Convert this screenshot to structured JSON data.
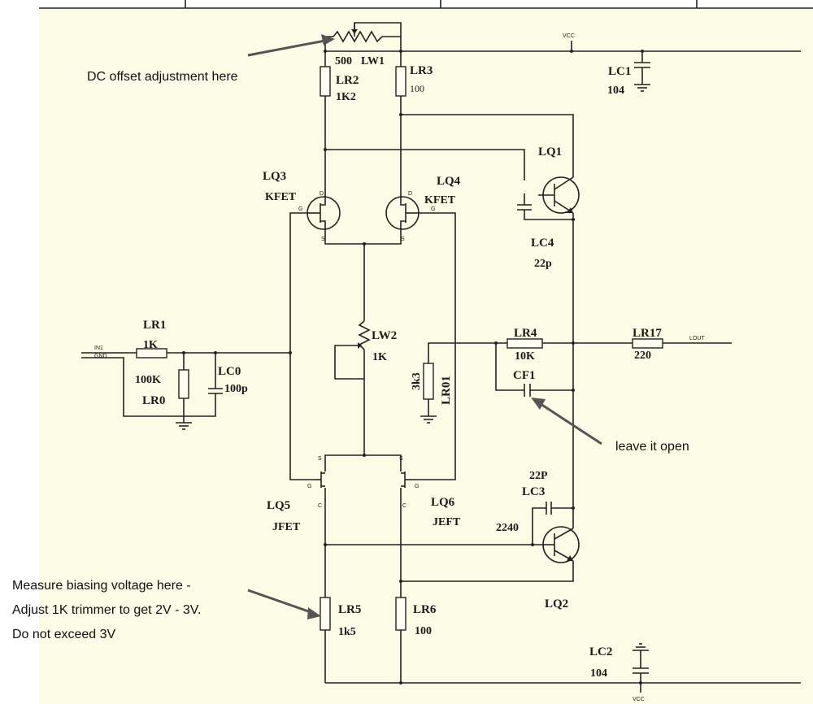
{
  "colors": {
    "paper": "#fbfbe6",
    "wire": "#222222",
    "note_arrow": "#555555"
  },
  "notes": {
    "dc_offset": "DC offset adjustment here",
    "leave_open": "leave it open",
    "measure_line1": "Measure biasing voltage here -",
    "measure_line2": "Adjust 1K trimmer to get 2V - 3V.",
    "measure_line3": "Do not exceed 3V"
  },
  "nets": {
    "vcc_top": "VCC",
    "vcc_bottom": "VCC",
    "input": "IN1",
    "ground": "GND",
    "output": "LOUT"
  },
  "components": {
    "LR1": {
      "name": "LR1",
      "value": "1K"
    },
    "LR0": {
      "name": "LR0",
      "value": "100K"
    },
    "LC0": {
      "name": "LC0",
      "value": "100p"
    },
    "LR2": {
      "name": "LR2",
      "value": "1K2"
    },
    "LR3": {
      "name": "LR3",
      "value": "100"
    },
    "LW1": {
      "name": "LW1",
      "value": "500"
    },
    "LC1": {
      "name": "LC1",
      "value": "104"
    },
    "LQ1": {
      "name": "LQ1"
    },
    "LC4": {
      "name": "LC4",
      "value": "22p"
    },
    "LQ3": {
      "name": "LQ3",
      "type": "KFET"
    },
    "LQ4": {
      "name": "LQ4",
      "type": "KFET"
    },
    "LW2": {
      "name": "LW2",
      "value": "1K"
    },
    "LR01": {
      "name": "LR01",
      "value": "3k3"
    },
    "LR4": {
      "name": "LR4",
      "value": "10K"
    },
    "CF1": {
      "name": "CF1"
    },
    "LR17": {
      "name": "LR17",
      "value": "220"
    },
    "LQ5": {
      "name": "LQ5",
      "type": "JFET"
    },
    "LQ6": {
      "name": "LQ6",
      "type": "JEFT"
    },
    "LC3": {
      "name": "LC3",
      "value": "22P"
    },
    "LQ2": {
      "name": "LQ2",
      "type": "2240"
    },
    "LR5": {
      "name": "LR5",
      "value": "1k5"
    },
    "LR6": {
      "name": "LR6",
      "value": "100"
    },
    "LC2": {
      "name": "LC2",
      "value": "104"
    }
  },
  "pins": {
    "drain": "D",
    "source": "S",
    "gate": "G",
    "collector": "C"
  }
}
